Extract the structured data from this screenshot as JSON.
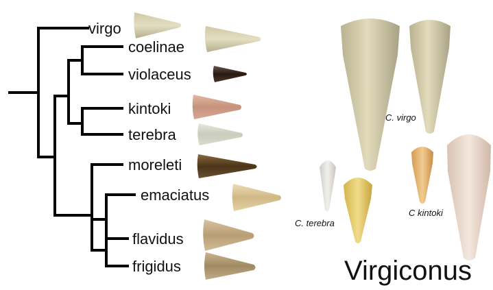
{
  "tree": {
    "taxa": [
      "virgo",
      "coelinae",
      "violaceus",
      "kintoki",
      "terebra",
      "moreleti",
      "emaciatus",
      "flavidus",
      "frigidus"
    ]
  },
  "panel": {
    "captions": {
      "virgo": "C. virgo",
      "terebra": "C. terebra",
      "kintoki": "C kintoki"
    },
    "genus": "Virgiconus"
  },
  "colors": {
    "branch": "#000000",
    "virgo": "#d9d0ac",
    "coelinae": "#d8d2b4",
    "violaceus": "#3a2820",
    "kintoki": "#d2a08c",
    "terebra": "#d4d8c8",
    "moreleti": "#5c4424",
    "emaciatus": "#dcc898",
    "flavidus": "#c8b490",
    "frigidus": "#b8a47c",
    "big_virgo": "#d6cfae",
    "big_terebra_white": "#e8e6de",
    "big_terebra_yellow": "#e8d070",
    "big_kintoki": "#e0b070",
    "big_pale": "#ecdcd0"
  }
}
